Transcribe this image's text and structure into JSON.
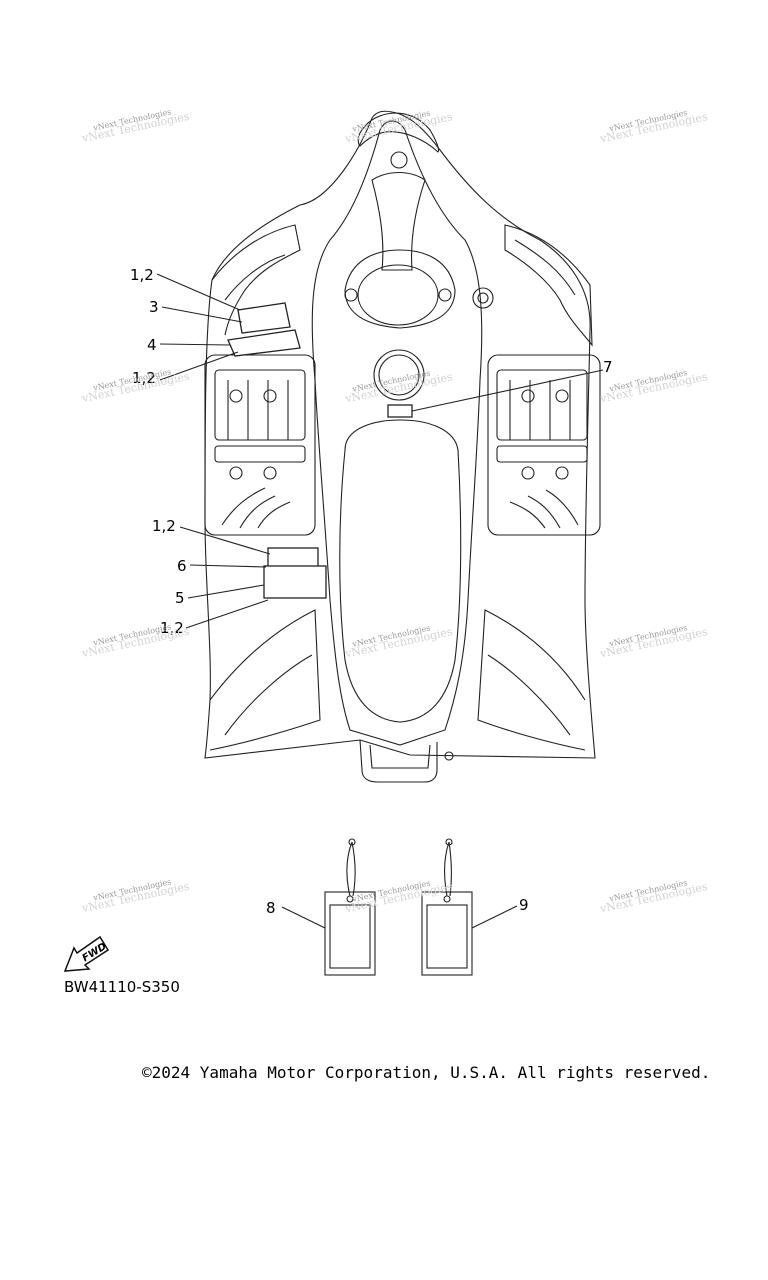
{
  "diagram": {
    "callouts": [
      "1,2",
      "3",
      "4",
      "1,2",
      "7",
      "1,2",
      "6",
      "5",
      "1,2",
      "8",
      "9"
    ],
    "watermark": "vNext Technologies",
    "fwd_label": "FWD",
    "code": "BW41110-S350"
  },
  "footer": {
    "copyright": "©2024 Yamaha Motor Corporation, U.S.A. All rights reserved."
  }
}
